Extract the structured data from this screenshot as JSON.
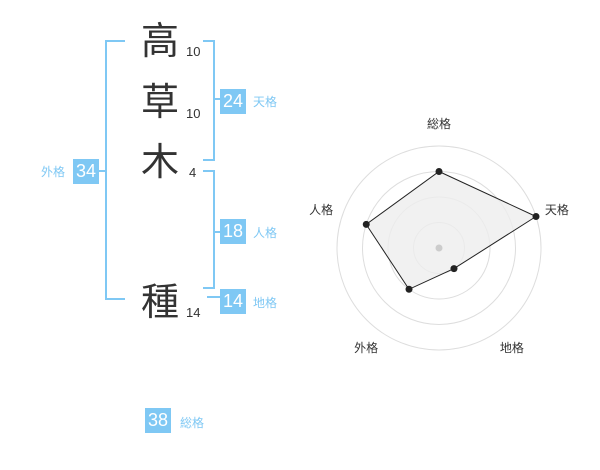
{
  "name": {
    "characters": [
      {
        "char": "高",
        "strokes": "10"
      },
      {
        "char": "草",
        "strokes": "10"
      },
      {
        "char": "木",
        "strokes": "4"
      },
      {
        "char": "種",
        "strokes": "14"
      }
    ]
  },
  "kaku": {
    "tenkaku": {
      "value": "24",
      "label": "天格"
    },
    "jinkaku": {
      "value": "18",
      "label": "人格"
    },
    "chikaku": {
      "value": "14",
      "label": "地格"
    },
    "gaikaku": {
      "value": "34",
      "label": "外格"
    },
    "soukaku": {
      "value": "38",
      "label": "総格"
    }
  },
  "chart_data": {
    "type": "radar",
    "axes": [
      "総格",
      "天格",
      "地格",
      "外格",
      "人格"
    ],
    "values": [
      0.75,
      1.0,
      0.25,
      0.5,
      0.75
    ],
    "max": 1.0,
    "rings": 4,
    "colors": {
      "fill": "#eeeeee",
      "line": "#222222",
      "ring": "#dddddd",
      "point": "#222222",
      "center": "#cccccc"
    }
  },
  "colors": {
    "accent": "#7fc8f4",
    "text": "#333333"
  }
}
